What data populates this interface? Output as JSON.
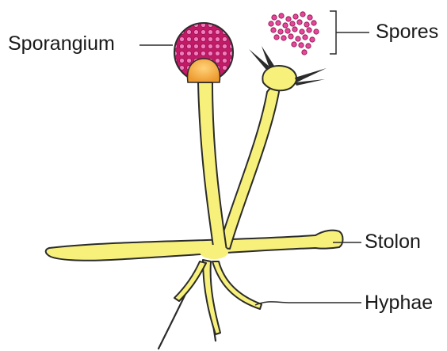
{
  "diagram": {
    "labels": {
      "sporangium": "Sporangium",
      "spores": "Spores",
      "stolon": "Stolon",
      "hyphae": "Hyphae"
    },
    "colors": {
      "hyphae_fill": "#f7f07a",
      "outline": "#2b2b2b",
      "sporangium": "#c21a66",
      "sporangium_dots": "#ef7cbc",
      "columella": "#f3a33d",
      "spores": "#e2479a"
    }
  }
}
